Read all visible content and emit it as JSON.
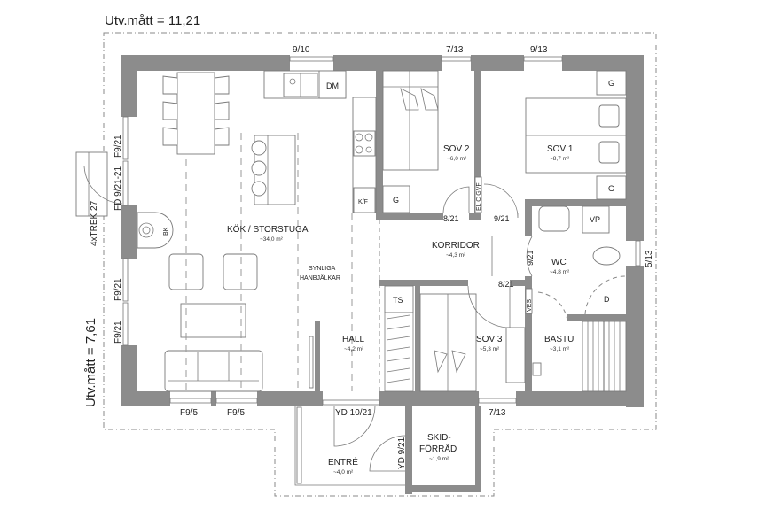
{
  "plan": {
    "width_label": "Utv.mått = 11,21",
    "height_label": "Utv.mått = 7,61",
    "stair_label": "4xTREK 27"
  },
  "rooms": {
    "kok": {
      "name": "KÖK / STORSTUGA",
      "area": "~34,0 m²"
    },
    "sov2": {
      "name": "SOV 2",
      "area": "~6,0 m²"
    },
    "sov1": {
      "name": "SOV 1",
      "area": "~8,7 m²"
    },
    "korridor": {
      "name": "KORRIDOR",
      "area": "~4,3 m²"
    },
    "wc": {
      "name": "WC",
      "area": "~4,8 m²"
    },
    "sov3": {
      "name": "SOV 3",
      "area": "~5,3 m²"
    },
    "bastu": {
      "name": "BASTU",
      "area": "~3,1 m²"
    },
    "hall": {
      "name": "HALL",
      "area": "~4,2 m²"
    },
    "entre": {
      "name": "ENTRÉ",
      "area": "~4,0 m²"
    },
    "skidforrad": {
      "name_line1": "SKID-",
      "name_line2": "FÖRRÅD",
      "area": "~1,9 m²"
    }
  },
  "annotations": {
    "beams_line1": "SYNLIGA",
    "beams_line2": "HANBJÄLKAR",
    "dm": "DM",
    "kf": "K/F",
    "bk": "BK",
    "g_sov2": "G",
    "g_sov1_top": "G",
    "g_sov1_bottom": "G",
    "vp": "VP",
    "d": "D",
    "ts": "TS",
    "el_cgvf": "EL C GVF",
    "ves": "VES"
  },
  "windows": {
    "top_kitchen": "9/10",
    "top_sov2": "7/13",
    "top_sov1": "9/13",
    "left_1": "F9/21",
    "left_door": "FD 9/21-21",
    "left_2": "F9/21",
    "left_3": "F9/21",
    "bottom_1": "F9/5",
    "bottom_2": "F9/5",
    "bottom_sov3": "7/13",
    "right_wc": "5/13"
  },
  "doors": {
    "sov2": "8/21",
    "sov1": "9/21",
    "wc": "9/21",
    "sov3": "8/21",
    "entry": "YD 10/21",
    "skid": "YD 9/21"
  }
}
